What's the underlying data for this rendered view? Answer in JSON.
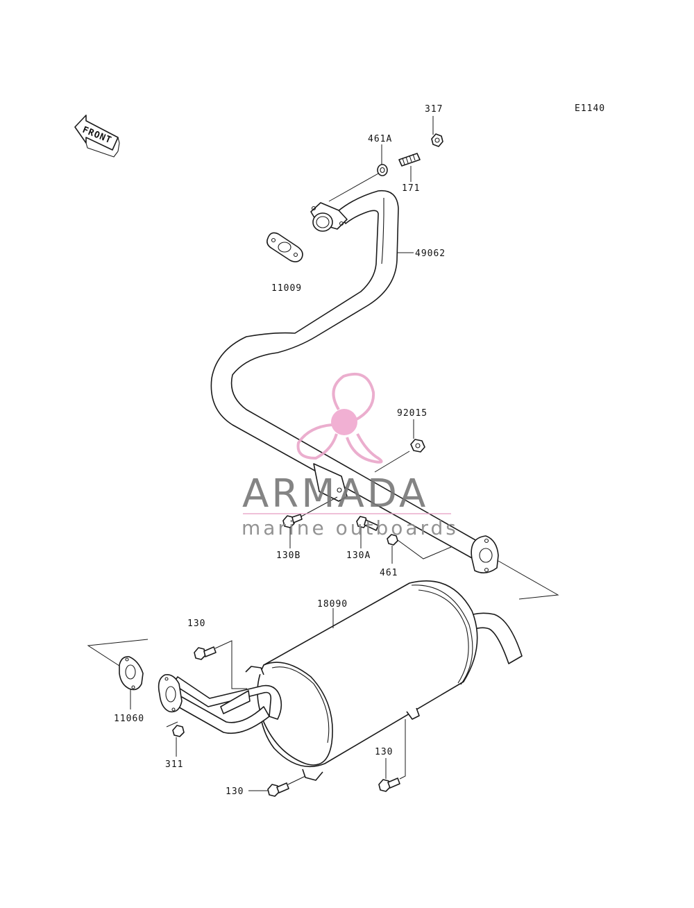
{
  "diagram_code": "E1140",
  "front_label": "FRONT",
  "labels": {
    "p317": "317",
    "p461A": "461A",
    "p171": "171",
    "p49062": "49062",
    "p11009": "11009",
    "p92015": "92015",
    "p130B": "130B",
    "p130A": "130A",
    "p461": "461",
    "p18090": "18090",
    "p130_top": "130",
    "p11060": "11060",
    "p311": "311",
    "p130_right": "130",
    "p130_bottom": "130"
  },
  "watermark": {
    "brand": "ARMADA",
    "tagline": "marine outboards",
    "logo_color": "#e9a6c9",
    "logo_center_color": "#f0a8cf",
    "line_color": "#e7a3c6"
  }
}
